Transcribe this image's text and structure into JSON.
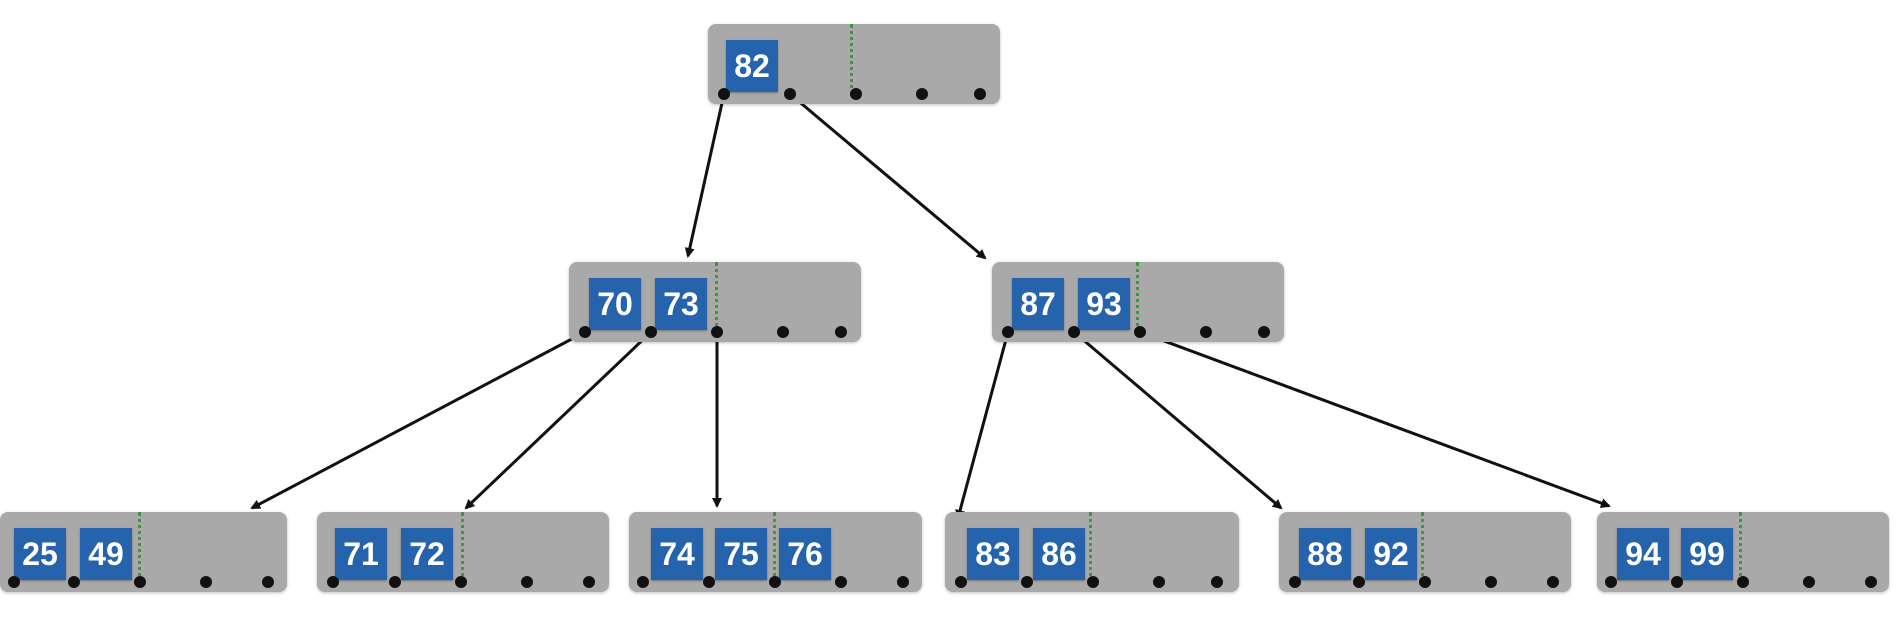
{
  "tree": {
    "root": {
      "keys": [
        "82"
      ]
    },
    "internal": [
      {
        "keys": [
          "70",
          "73"
        ]
      },
      {
        "keys": [
          "87",
          "93"
        ]
      }
    ],
    "leaves": [
      {
        "keys": [
          "25",
          "49"
        ]
      },
      {
        "keys": [
          "71",
          "72"
        ]
      },
      {
        "keys": [
          "74",
          "75",
          "76"
        ]
      },
      {
        "keys": [
          "83",
          "86"
        ]
      },
      {
        "keys": [
          "88",
          "92"
        ]
      },
      {
        "keys": [
          "94",
          "99"
        ]
      }
    ]
  },
  "colors": {
    "node_fill": "#a9a9a9",
    "key_fill": "#2563ac",
    "key_text": "#ffffff",
    "divider": "#3a9a3a",
    "pointer": "#111111",
    "edge": "#111111"
  }
}
